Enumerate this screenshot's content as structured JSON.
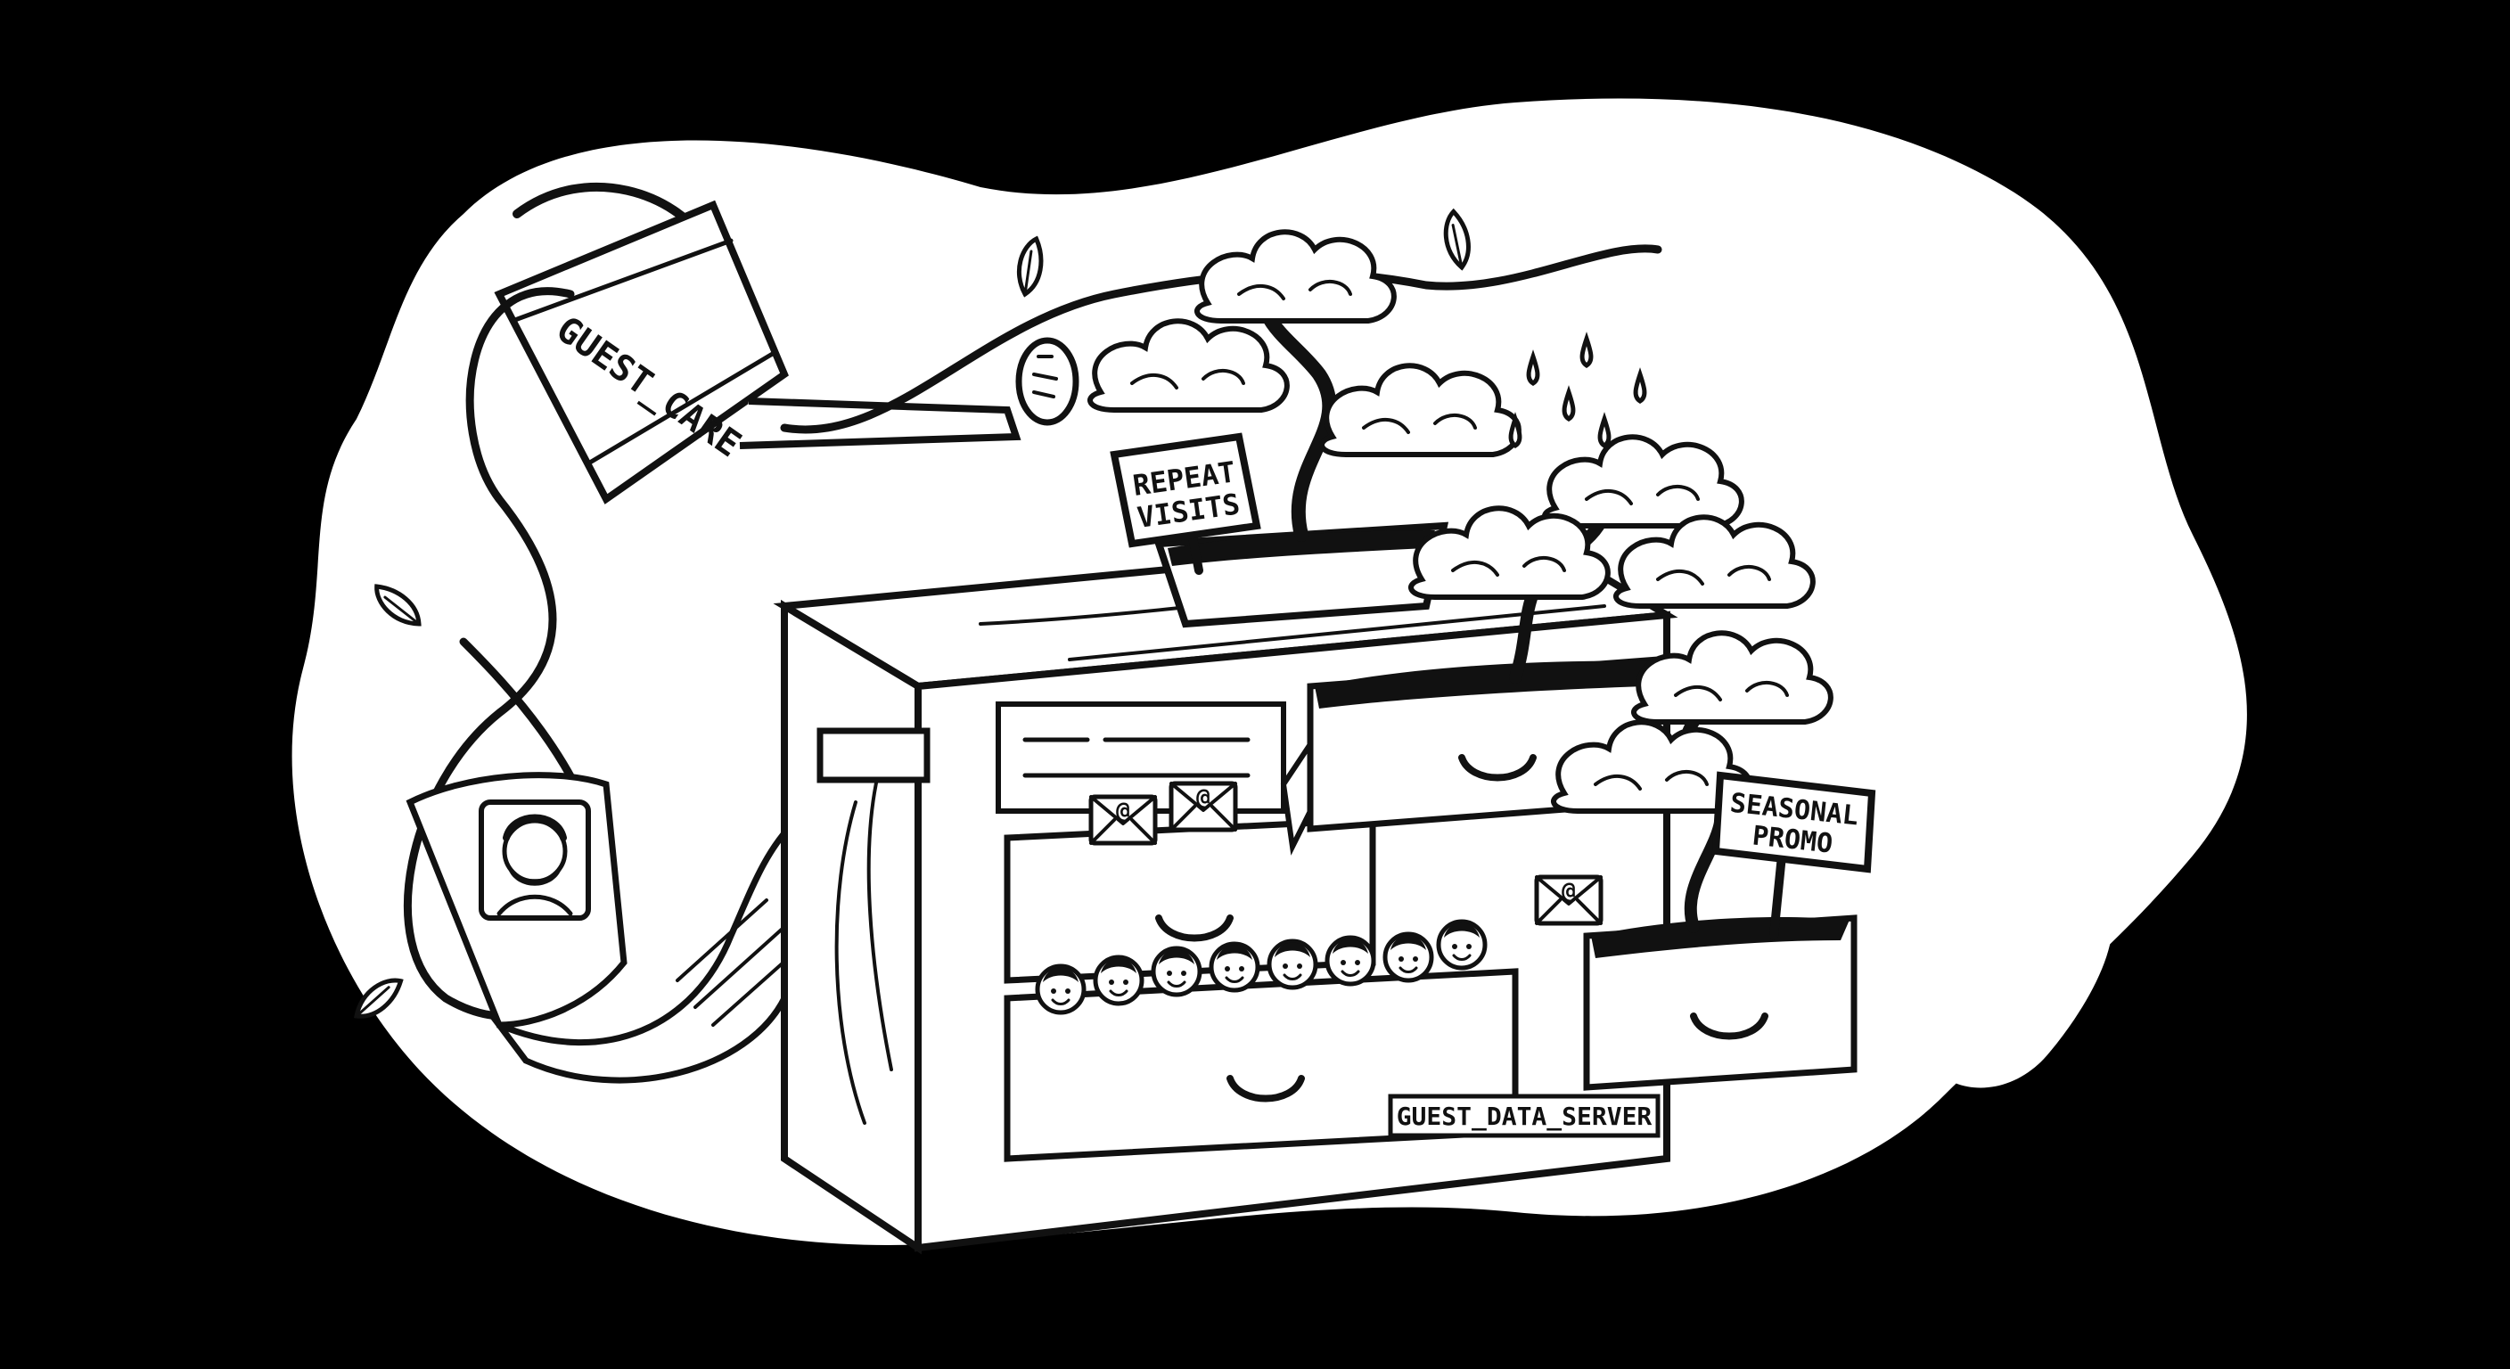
{
  "colors": {
    "background": "#000000",
    "blob": "#ffffff",
    "ink": "#111111"
  },
  "labels": {
    "watering_can": "GUEST_CARE",
    "sign_repeat_line1": "REPEAT",
    "sign_repeat_line2": "VISITS",
    "sign_seasonal_line1": "SEASONAL",
    "sign_seasonal_line2": "PROMO",
    "cabinet_plate": "GUEST_DATA_SERVER"
  },
  "icons": [
    "watering-can-icon",
    "bonsai-tree-icon",
    "email-envelope-icon",
    "scroll-icon",
    "guest-avatar-icon",
    "leaf-icon",
    "water-drop-icon"
  ]
}
